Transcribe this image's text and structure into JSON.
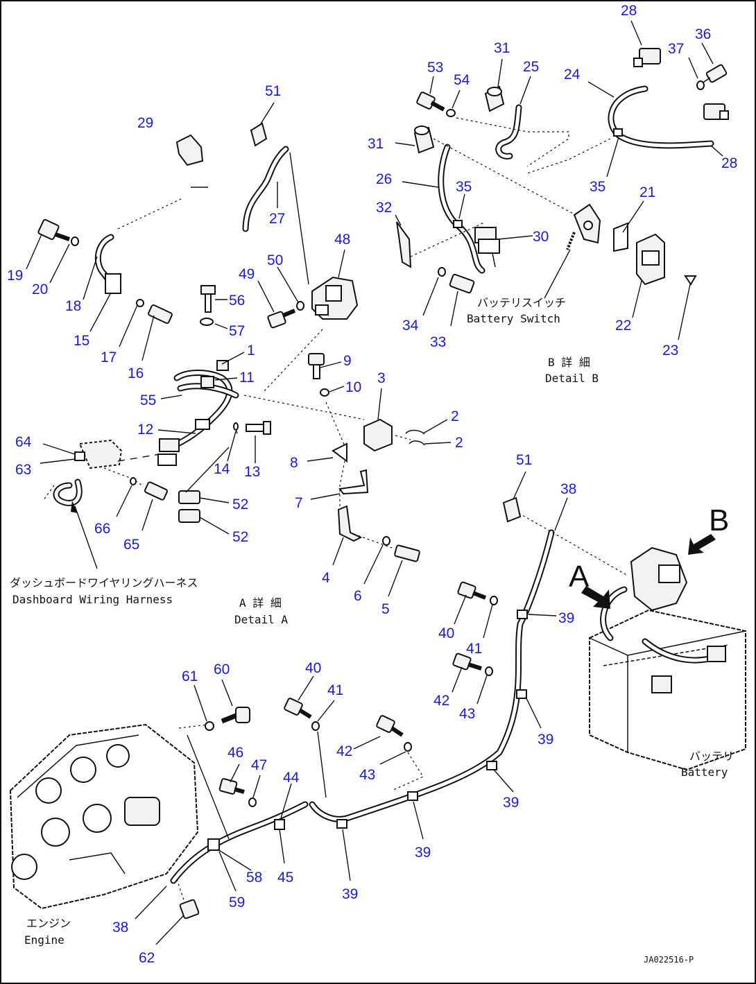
{
  "title": "",
  "labels": {
    "battery_switch_jp": "バッテリスイッチ",
    "battery_switch_en": "Battery Switch",
    "detail_b_jp": "B 詳 細",
    "detail_b_en": "Detail B",
    "detail_a_jp": "A 詳 細",
    "detail_a_en": "Detail A",
    "dashboard_jp": "ダッシュボードワイヤリングハーネス",
    "dashboard_en": "Dashboard Wiring Harness",
    "battery_jp": "バッテリ",
    "battery_en": "Battery",
    "engine_jp": "エンジン",
    "engine_en": "Engine",
    "arrow_a": "A",
    "arrow_b": "B",
    "drawing_ref": "JA022516-P"
  },
  "callouts": [
    {
      "id": "c28a",
      "text": "28"
    },
    {
      "id": "c36",
      "text": "36"
    },
    {
      "id": "c37",
      "text": "37"
    },
    {
      "id": "c31a",
      "text": "31"
    },
    {
      "id": "c25",
      "text": "25"
    },
    {
      "id": "c53",
      "text": "53"
    },
    {
      "id": "c54",
      "text": "54"
    },
    {
      "id": "c24",
      "text": "24"
    },
    {
      "id": "c28b",
      "text": "28"
    },
    {
      "id": "c31b",
      "text": "31"
    },
    {
      "id": "c26",
      "text": "26"
    },
    {
      "id": "c35a",
      "text": "35"
    },
    {
      "id": "c35b",
      "text": "35"
    },
    {
      "id": "c32",
      "text": "32"
    },
    {
      "id": "c30",
      "text": "30"
    },
    {
      "id": "c21",
      "text": "21"
    },
    {
      "id": "c22",
      "text": "22"
    },
    {
      "id": "c23",
      "text": "23"
    },
    {
      "id": "c34",
      "text": "34"
    },
    {
      "id": "c33",
      "text": "33"
    },
    {
      "id": "c51a",
      "text": "51"
    },
    {
      "id": "c29",
      "text": "29"
    },
    {
      "id": "c27",
      "text": "27"
    },
    {
      "id": "c48",
      "text": "48"
    },
    {
      "id": "c19",
      "text": "19"
    },
    {
      "id": "c20",
      "text": "20"
    },
    {
      "id": "c18",
      "text": "18"
    },
    {
      "id": "c15",
      "text": "15"
    },
    {
      "id": "c17",
      "text": "17"
    },
    {
      "id": "c16",
      "text": "16"
    },
    {
      "id": "c49",
      "text": "49"
    },
    {
      "id": "c50",
      "text": "50"
    },
    {
      "id": "c56",
      "text": "56"
    },
    {
      "id": "c57",
      "text": "57"
    },
    {
      "id": "c1",
      "text": "1"
    },
    {
      "id": "c11",
      "text": "11"
    },
    {
      "id": "c55",
      "text": "55"
    },
    {
      "id": "c9",
      "text": "9"
    },
    {
      "id": "c10",
      "text": "10"
    },
    {
      "id": "c3",
      "text": "3"
    },
    {
      "id": "c2a",
      "text": "2"
    },
    {
      "id": "c2b",
      "text": "2"
    },
    {
      "id": "c64",
      "text": "64"
    },
    {
      "id": "c63",
      "text": "63"
    },
    {
      "id": "c12",
      "text": "12"
    },
    {
      "id": "c14",
      "text": "14"
    },
    {
      "id": "c13",
      "text": "13"
    },
    {
      "id": "c8",
      "text": "8"
    },
    {
      "id": "c7",
      "text": "7"
    },
    {
      "id": "c52a",
      "text": "52"
    },
    {
      "id": "c52b",
      "text": "52"
    },
    {
      "id": "c66",
      "text": "66"
    },
    {
      "id": "c65",
      "text": "65"
    },
    {
      "id": "c4",
      "text": "4"
    },
    {
      "id": "c6",
      "text": "6"
    },
    {
      "id": "c5",
      "text": "5"
    },
    {
      "id": "c51b",
      "text": "51"
    },
    {
      "id": "c38a",
      "text": "38"
    },
    {
      "id": "c39a",
      "text": "39"
    },
    {
      "id": "c40a",
      "text": "40"
    },
    {
      "id": "c41a",
      "text": "41"
    },
    {
      "id": "c42a",
      "text": "42"
    },
    {
      "id": "c43a",
      "text": "43"
    },
    {
      "id": "c39b",
      "text": "39"
    },
    {
      "id": "c61",
      "text": "61"
    },
    {
      "id": "c60",
      "text": "60"
    },
    {
      "id": "c40b",
      "text": "40"
    },
    {
      "id": "c41b",
      "text": "41"
    },
    {
      "id": "c46",
      "text": "46"
    },
    {
      "id": "c47",
      "text": "47"
    },
    {
      "id": "c44",
      "text": "44"
    },
    {
      "id": "c42b",
      "text": "42"
    },
    {
      "id": "c43b",
      "text": "43"
    },
    {
      "id": "c39c",
      "text": "39"
    },
    {
      "id": "c58",
      "text": "58"
    },
    {
      "id": "c45",
      "text": "45"
    },
    {
      "id": "c39d",
      "text": "39"
    },
    {
      "id": "c59",
      "text": "59"
    },
    {
      "id": "c39e",
      "text": "39"
    },
    {
      "id": "c38b",
      "text": "38"
    },
    {
      "id": "c62",
      "text": "62"
    }
  ]
}
